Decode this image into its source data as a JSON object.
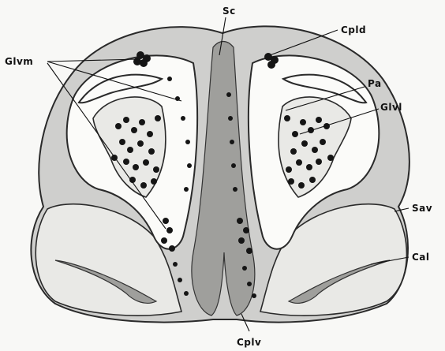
{
  "labels": {
    "sc": "Sc",
    "cpld": "Cpld",
    "glvm": "Glvm",
    "pa": "Pa",
    "glvl": "Glvl",
    "sav": "Sav",
    "cal": "Cal",
    "cplv": "Cplv"
  }
}
